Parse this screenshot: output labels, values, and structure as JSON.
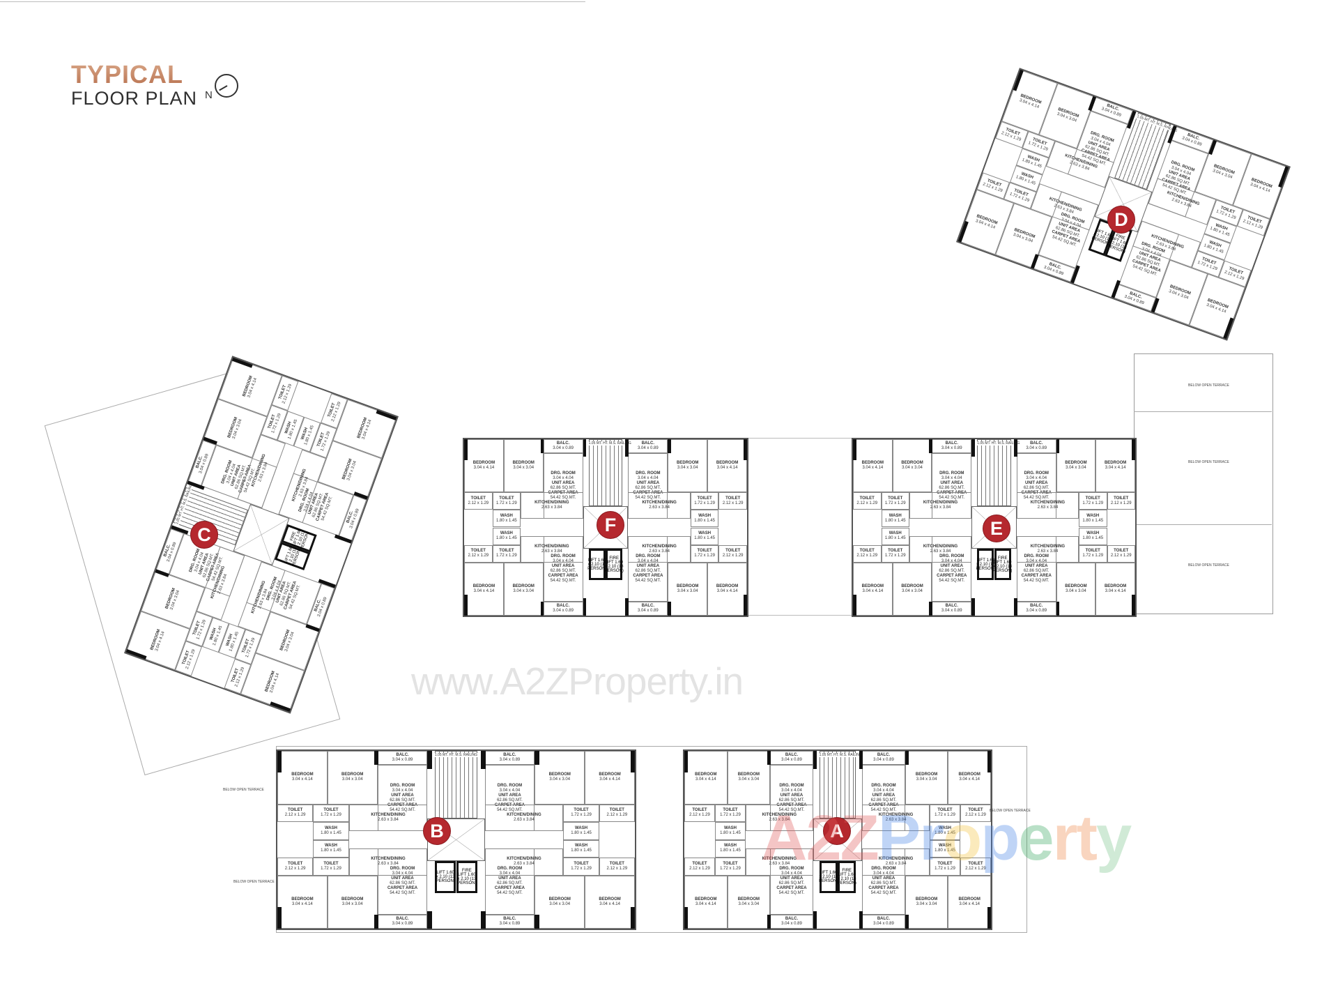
{
  "title": {
    "line1": "TYPICAL",
    "line2": "FLOOR PLAN"
  },
  "north_label": "N",
  "watermark": "www.A2ZProperty.in",
  "watermark_logo": {
    "letters": [
      "A",
      "2",
      "Z",
      "P",
      "r",
      "o",
      "p",
      "e",
      "r",
      "t",
      "y"
    ],
    "colors": [
      "#e25b5b",
      "#e25b5b",
      "#e25b5b",
      "#4a86e8",
      "#4a86e8",
      "#f4c542",
      "#4a86e8",
      "#3aa860",
      "#f08a4b",
      "#f08a4b",
      "#7cc48b"
    ]
  },
  "badge_color": "#b5282e",
  "terrace_label": "BELOW OPEN TERRACE",
  "unit_rooms": {
    "bedroom1": {
      "name": "BEDROOM",
      "dim": "3.04 x 4.14"
    },
    "bedroom2": {
      "name": "BEDROOM",
      "dim": "3.04 x 3.04"
    },
    "balc": {
      "name": "BALC.",
      "dim": "3.04 x 0.89"
    },
    "drg": {
      "name": "DRG. ROOM",
      "dim": "3.04 x 4.04",
      "unit_area": "UNIT AREA",
      "unit_val": "62.86 SQ.MT.",
      "carpet_area": "CARPET AREA",
      "carpet_val": "54.42 SQ.MT."
    },
    "toilet1": {
      "name": "TOILET",
      "dim": "2.12 x 1.29"
    },
    "toilet2": {
      "name": "TOILET",
      "dim": "1.72 x 1.29"
    },
    "wash": {
      "name": "WASH",
      "dim": "1.80 x 1.45"
    },
    "kitchen": {
      "name": "KITCHEN/DINING",
      "dim": "2.63 x 3.84"
    }
  },
  "core": {
    "parapet": "1.05 MT. HT. M.S. RAILING",
    "lift": "LIFT 1.60 x 2.10 (13 PERSON)",
    "fire_lift": "FIRE LIFT 1.60 x 2.10 (13 PERSON)"
  },
  "wings": [
    {
      "id": "F",
      "label": "F"
    },
    {
      "id": "E",
      "label": "E"
    },
    {
      "id": "D",
      "label": "D"
    },
    {
      "id": "C",
      "label": "C"
    },
    {
      "id": "B",
      "label": "B"
    },
    {
      "id": "A",
      "label": "A"
    }
  ]
}
